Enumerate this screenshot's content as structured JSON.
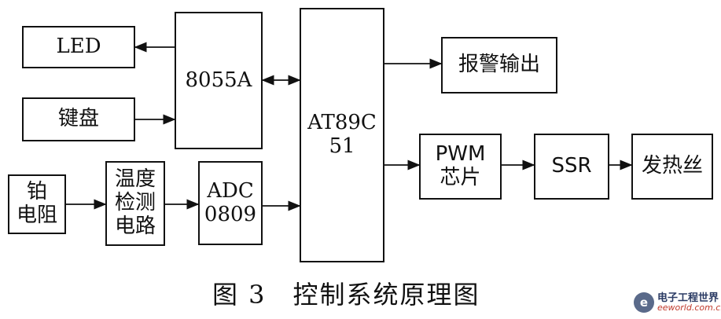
{
  "blocks": {
    "led": "LED",
    "keyboard": "键盘",
    "chip_8055a": "8055A",
    "mcu_line1": "AT89C",
    "mcu_line2": "51",
    "alarm": "报警输出",
    "pwm_line1": "PWM",
    "pwm_line2": "芯片",
    "ssr": "SSR",
    "heater": "发热丝",
    "adc_line1": "ADC",
    "adc_line2": "0809",
    "temp_line1": "温度",
    "temp_line2": "检测",
    "temp_line3": "电路",
    "pt_line1": "铂",
    "pt_line2": "电阻"
  },
  "caption": "图 3　控制系统原理图",
  "watermark": {
    "logo_letter": "e",
    "title": "电子工程世界",
    "site": "eeworld.com.cn"
  }
}
